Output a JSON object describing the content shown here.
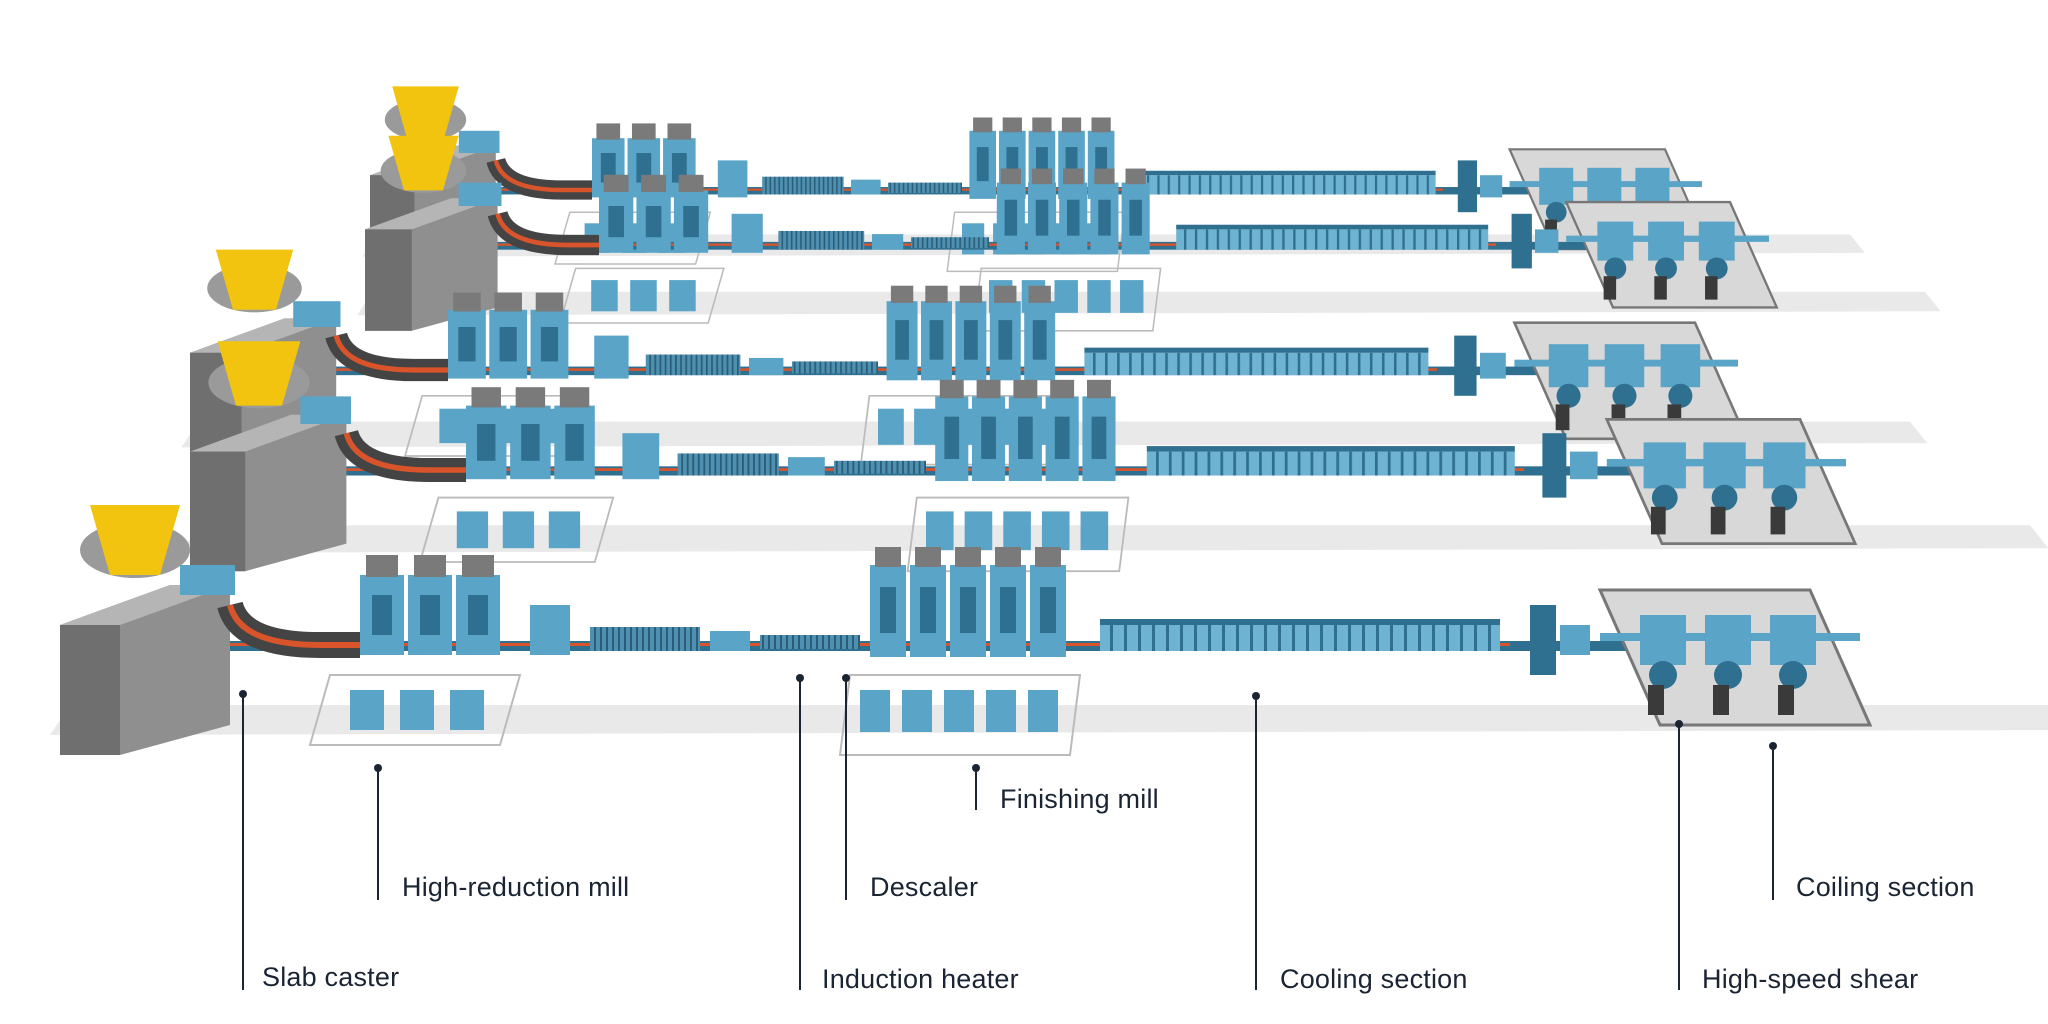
{
  "labels": {
    "slab_caster": "Slab caster",
    "high_reduction_mill": "High-reduction mill",
    "induction_heater": "Induction heater",
    "descaler": "Descaler",
    "finishing_mill": "Finishing mill",
    "cooling_section": "Cooling section",
    "high_speed_shear": "High-speed shear",
    "coiling_section": "Coiling section"
  },
  "colors": {
    "leader_line": "#1a2433",
    "machine_blue": "#5aa4c7",
    "machine_blue_dark": "#2f6f8f",
    "ladle_yellow": "#f2c40f",
    "caster_gray": "#8f8f8f",
    "hot_strip": "#d9542b",
    "floor_shadow": "#cfcfcf"
  },
  "production_lines": 5
}
